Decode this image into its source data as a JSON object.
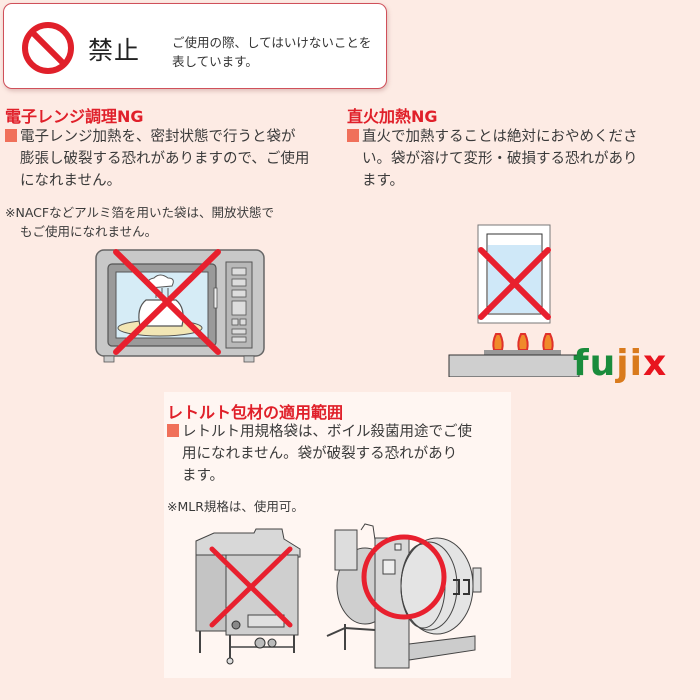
{
  "legend": {
    "icon": "prohibited-icon",
    "title": "禁止",
    "description_line1": "ご使用の際、してはいけないことを",
    "description_line2": "表しています。"
  },
  "microwave_section": {
    "title": "電子レンジ調理NG",
    "body_line1": "電子レンジ加熱を、密封状態で行うと袋が",
    "body_line2": "膨張し破裂する恐れがありますので、ご使用",
    "body_line3": "になれません。",
    "note_line1": "※NACFなどアルミ箔を用いた袋は、開放状態で",
    "note_line2": "もご使用になれません。",
    "illustration": "microwave-crossed-out"
  },
  "direct_fire_section": {
    "title": "直火加熱NG",
    "body_line1": "直火で加熱することは絶対におやめくださ",
    "body_line2": "い。袋が溶けて変形・破損する恐れがあり",
    "body_line3": "ます。",
    "illustration": "bag-over-gas-flame-crossed-out"
  },
  "retort_section": {
    "title": "レトルト包材の適用範囲",
    "body_line1": "レトルト用規格袋は、ボイル殺菌用途でご使",
    "body_line2": "用になれません。袋が破裂する恐れがあり",
    "body_line3": "ます。",
    "note": "※MLR規格は、使用可。",
    "illustration_left": "boil-sterilizer-crossed-out",
    "illustration_right": "retort-autoclave-circled"
  },
  "logo": {
    "part1": "fu",
    "part2": "ji",
    "part3": "x",
    "colors": {
      "fu": "#1a8c3c",
      "ji": "#d97a1c",
      "x": "#e8141e"
    }
  },
  "colors": {
    "background": "#fdebe4",
    "title_red": "#e0202a",
    "bullet": "#f0705a",
    "cross_red": "#e8202e"
  }
}
